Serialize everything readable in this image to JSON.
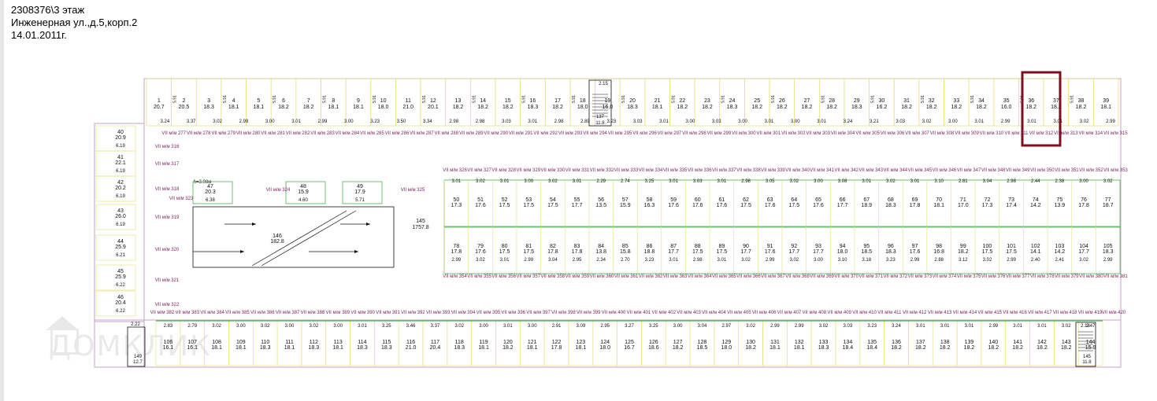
{
  "header": {
    "line1": "2308376\\3 этаж",
    "line2": "Инженерная ул.,д.5,корп.2",
    "line3": "14.01.2011г."
  },
  "watermark": "ДОМКЛИК",
  "colors": {
    "wall": "#c9a0c9",
    "grid": "#e3e07a",
    "green": "#4caf50",
    "label": "#7a1f5c",
    "highlight": "#7a1020",
    "black": "#111111"
  },
  "plan": {
    "height_note": "h=3.08м",
    "ramp": {
      "number": "146",
      "area": "182.8"
    },
    "room145": {
      "number": "145",
      "area": "1757.8"
    },
    "small_rooms": [
      {
        "number": "47",
        "area": "20.3",
        "w": "6.38"
      },
      {
        "number": "48",
        "area": "15.9",
        "w": "4.60"
      },
      {
        "number": "49",
        "area": "17.9",
        "w": "5.71"
      }
    ],
    "left_rooms": [
      {
        "number": "40",
        "area": "20.9",
        "w": "6.19"
      },
      {
        "number": "41",
        "area": "22.1",
        "w": "6.19"
      },
      {
        "number": "42",
        "area": "20.2",
        "w": "6.19"
      },
      {
        "number": "43",
        "area": "26.0",
        "w": "6.19"
      },
      {
        "number": "44",
        "area": "25.9",
        "w": "6.21"
      },
      {
        "number": "45",
        "area": "25.9",
        "w": "6.22"
      },
      {
        "number": "46",
        "area": "20.4",
        "w": "6.22"
      }
    ],
    "stair_top": {
      "number": "137",
      "area": "11.8",
      "w": "2.15"
    },
    "stair_bottom_right": {
      "number": "145",
      "area": "11.8",
      "w": "2.18"
    },
    "stair_bottom_left": {
      "number": "149",
      "area": "12.7",
      "w": "2.22"
    },
    "top_rooms": [
      {
        "number": "1",
        "area": "20.7"
      },
      {
        "number": "2",
        "area": "20.5"
      },
      {
        "number": "3",
        "area": "18.3"
      },
      {
        "number": "4",
        "area": "18.1"
      },
      {
        "number": "5",
        "area": "18.1"
      },
      {
        "number": "6",
        "area": "18.2"
      },
      {
        "number": "7",
        "area": "18.2"
      },
      {
        "number": "8",
        "area": "18.1"
      },
      {
        "number": "9",
        "area": "18.1"
      },
      {
        "number": "10",
        "area": "18.0"
      },
      {
        "number": "11",
        "area": "21.0"
      },
      {
        "number": "12",
        "area": "20.1"
      },
      {
        "number": "13",
        "area": "18.2"
      },
      {
        "number": "14",
        "area": "18.2"
      },
      {
        "number": "15",
        "area": "18.2"
      },
      {
        "number": "16",
        "area": "18.3"
      },
      {
        "number": "17",
        "area": "18.2"
      },
      {
        "number": "18",
        "area": "18.0"
      },
      {
        "number": "19",
        "area": "16.0"
      },
      {
        "number": "20",
        "area": "18.3"
      },
      {
        "number": "21",
        "area": "18.1"
      },
      {
        "number": "22",
        "area": "18.2"
      },
      {
        "number": "23",
        "area": "18.2"
      },
      {
        "number": "24",
        "area": "18.3"
      },
      {
        "number": "25",
        "area": "18.2"
      },
      {
        "number": "26",
        "area": "18.2"
      },
      {
        "number": "27",
        "area": "18.2"
      },
      {
        "number": "28",
        "area": "18.2"
      },
      {
        "number": "29",
        "area": "18.3"
      },
      {
        "number": "30",
        "area": "16.2"
      },
      {
        "number": "31",
        "area": "18.2"
      },
      {
        "number": "32",
        "area": "18.2"
      },
      {
        "number": "33",
        "area": "18.2"
      },
      {
        "number": "34",
        "area": "18.2"
      },
      {
        "number": "35",
        "area": "16.0"
      },
      {
        "number": "36",
        "area": "18.2"
      },
      {
        "number": "37",
        "area": "18.2"
      },
      {
        "number": "38",
        "area": "18.2"
      },
      {
        "number": "39",
        "area": "18.1"
      }
    ],
    "top_widths": [
      "3.24",
      "3.37",
      "3.02",
      "2.99",
      "3.00",
      "3.01",
      "2.99",
      "3.00",
      "3.23",
      "3.50",
      "3.34",
      "2.98",
      "2.98",
      "3.03",
      "3.01",
      "2.98",
      "2.89",
      "3.23",
      "3.03",
      "3.01",
      "3.00",
      "3.03",
      "3.00",
      "3.01",
      "3.00",
      "3.01",
      "3.24",
      "3.21",
      "3.03",
      "3.02",
      "3.00",
      "3.01",
      "2.99",
      "3.01",
      "3.01",
      "3.02",
      "2.99"
    ],
    "mid_top_rooms": [
      {
        "number": "50",
        "area": "17.3"
      },
      {
        "number": "51",
        "area": "17.6"
      },
      {
        "number": "52",
        "area": "17.5"
      },
      {
        "number": "53",
        "area": "17.5"
      },
      {
        "number": "54",
        "area": "17.5"
      },
      {
        "number": "55",
        "area": "17.7"
      },
      {
        "number": "56",
        "area": "13.5"
      },
      {
        "number": "57",
        "area": "15.9"
      },
      {
        "number": "58",
        "area": "16.3"
      },
      {
        "number": "59",
        "area": "17.6"
      },
      {
        "number": "60",
        "area": "17.6"
      },
      {
        "number": "61",
        "area": "17.6"
      },
      {
        "number": "62",
        "area": "17.5"
      },
      {
        "number": "63",
        "area": "17.6"
      },
      {
        "number": "64",
        "area": "17.5"
      },
      {
        "number": "65",
        "area": "17.6"
      },
      {
        "number": "66",
        "area": "17.7"
      },
      {
        "number": "67",
        "area": "18.9"
      },
      {
        "number": "68",
        "area": "18.3"
      },
      {
        "number": "69",
        "area": "17.8"
      },
      {
        "number": "70",
        "area": "18.1"
      },
      {
        "number": "71",
        "area": "17.0"
      },
      {
        "number": "72",
        "area": "17.3"
      },
      {
        "number": "73",
        "area": "17.4"
      },
      {
        "number": "74",
        "area": "14.2"
      },
      {
        "number": "75",
        "area": "13.9"
      },
      {
        "number": "76",
        "area": "17.8"
      },
      {
        "number": "77",
        "area": "18.7"
      }
    ],
    "mid_top_widths": [
      "3.01",
      "3.02",
      "3.01",
      "3.00",
      "3.02",
      "3.01",
      "2.29",
      "2.74",
      "3.25",
      "3.01",
      "3.03",
      "3.01",
      "2.98",
      "3.05",
      "3.02",
      "3.00",
      "3.08",
      "3.01",
      "3.02",
      "3.01",
      "3.10",
      "2.81",
      "3.04",
      "2.98",
      "2.44",
      "2.38",
      "3.00",
      "3.02"
    ],
    "mid_bottom_rooms": [
      {
        "number": "78",
        "area": "17.8"
      },
      {
        "number": "79",
        "area": "17.6"
      },
      {
        "number": "80",
        "area": "17.5"
      },
      {
        "number": "81",
        "area": "17.5"
      },
      {
        "number": "82",
        "area": "17.8"
      },
      {
        "number": "83",
        "area": "17.8"
      },
      {
        "number": "84",
        "area": "13.8"
      },
      {
        "number": "85",
        "area": "15.8"
      },
      {
        "number": "86",
        "area": "18.8"
      },
      {
        "number": "87",
        "area": "17.7"
      },
      {
        "number": "88",
        "area": "17.5"
      },
      {
        "number": "89",
        "area": "17.5"
      },
      {
        "number": "90",
        "area": "17.7"
      },
      {
        "number": "91",
        "area": "17.6"
      },
      {
        "number": "92",
        "area": "17.7"
      },
      {
        "number": "93",
        "area": "17.7"
      },
      {
        "number": "94",
        "area": "18.0"
      },
      {
        "number": "95",
        "area": "18.5"
      },
      {
        "number": "96",
        "area": "18.3"
      },
      {
        "number": "97",
        "area": "17.6"
      },
      {
        "number": "98",
        "area": "16.8"
      },
      {
        "number": "99",
        "area": "18.2"
      },
      {
        "number": "100",
        "area": "17.5"
      },
      {
        "number": "101",
        "area": "17.5"
      },
      {
        "number": "102",
        "area": "14.1"
      },
      {
        "number": "103",
        "area": "14.2"
      },
      {
        "number": "104",
        "area": "17.7"
      },
      {
        "number": "105",
        "area": "18.3"
      }
    ],
    "mid_bottom_widths": [
      "2.99",
      "3.02",
      "3.01",
      "2.99",
      "3.04",
      "2.95",
      "2.34",
      "2.70",
      "3.23",
      "3.01",
      "2.98",
      "3.01",
      "3.02",
      "2.99",
      "3.02",
      "3.00",
      "3.10",
      "3.18",
      "3.23",
      "2.99",
      "2.88",
      "3.12",
      "3.02",
      "2.99",
      "2.40",
      "2.41",
      "3.02",
      "2.99"
    ],
    "bottom_rooms": [
      {
        "number": "106",
        "area": "16.1"
      },
      {
        "number": "107",
        "area": "16.1"
      },
      {
        "number": "108",
        "area": "18.1"
      },
      {
        "number": "109",
        "area": "18.1"
      },
      {
        "number": "110",
        "area": "18.3"
      },
      {
        "number": "111",
        "area": "18.1"
      },
      {
        "number": "112",
        "area": "18.3"
      },
      {
        "number": "113",
        "area": "18.1"
      },
      {
        "number": "114",
        "area": "18.3"
      },
      {
        "number": "115",
        "area": "18.3"
      },
      {
        "number": "116",
        "area": "21.0"
      },
      {
        "number": "117",
        "area": "20.4"
      },
      {
        "number": "118",
        "area": "18.3"
      },
      {
        "number": "119",
        "area": "18.1"
      },
      {
        "number": "120",
        "area": "18.2"
      },
      {
        "number": "121",
        "area": "18.1"
      },
      {
        "number": "122",
        "area": "17.8"
      },
      {
        "number": "123",
        "area": "18.1"
      },
      {
        "number": "124",
        "area": "18.0"
      },
      {
        "number": "125",
        "area": "16.7"
      },
      {
        "number": "126",
        "area": "18.6"
      },
      {
        "number": "127",
        "area": "18.2"
      },
      {
        "number": "128",
        "area": "18.5"
      },
      {
        "number": "129",
        "area": "18.0"
      },
      {
        "number": "130",
        "area": "18.2"
      },
      {
        "number": "131",
        "area": "18.1"
      },
      {
        "number": "132",
        "area": "18.1"
      },
      {
        "number": "133",
        "area": "18.3"
      },
      {
        "number": "134",
        "area": "18.4"
      },
      {
        "number": "135",
        "area": "18.4"
      },
      {
        "number": "136",
        "area": "18.2"
      },
      {
        "number": "137",
        "area": "18.2"
      },
      {
        "number": "138",
        "area": "18.2"
      },
      {
        "number": "139",
        "area": "18.2"
      },
      {
        "number": "140",
        "area": "18.2"
      },
      {
        "number": "141",
        "area": "18.2"
      },
      {
        "number": "142",
        "area": "18.2"
      },
      {
        "number": "143",
        "area": "18.2"
      },
      {
        "number": "144",
        "area": "15.9"
      }
    ],
    "bottom_widths": [
      "2.83",
      "2.79",
      "3.02",
      "3.00",
      "3.02",
      "3.00",
      "3.02",
      "3.00",
      "3.01",
      "3.25",
      "3.46",
      "3.37",
      "3.02",
      "3.00",
      "3.01",
      "3.00",
      "2.91",
      "3.09",
      "2.95",
      "3.27",
      "3.25",
      "3.00",
      "3.04",
      "2.97",
      "3.02",
      "2.99",
      "2.99",
      "3.02",
      "3.03",
      "3.23",
      "3.24",
      "3.01",
      "3.01",
      "3.01",
      "2.99",
      "3.01",
      "3.01",
      "3.02",
      "2.47"
    ],
    "row_top": [
      "VII м/м 277",
      "VII м/м 278",
      "VII м/м 279",
      "VII м/м 280",
      "VII м/м 281",
      "VII м/м 282",
      "VII м/м 283",
      "VII м/м 284",
      "VII м/м 285",
      "VII м/м 286",
      "VII м/м 287",
      "VII м/м 288",
      "VII м/м 289",
      "VII м/м 290",
      "VII м/м 291",
      "VII м/м 292",
      "VII м/м 293",
      "VII м/м 294",
      "VII м/м 295",
      "VII м/м 296",
      "VII м/м 297",
      "VII м/м 298",
      "VII м/м 299",
      "VII м/м 300",
      "VII м/м 301",
      "VII м/м 302",
      "VII м/м 303",
      "VII м/м 304",
      "VII м/м 305",
      "VII м/м 306",
      "VII м/м 307",
      "VII м/м 308",
      "VII м/м 309",
      "VII м/м 310",
      "VII м/м 311",
      "VII м/м 312",
      "VII м/м 313",
      "VII м/м 314",
      "VII м/м 315"
    ],
    "row_mid_top": [
      "VII м/м 326",
      "VII м/м 327",
      "VII м/м 328",
      "VII м/м 329",
      "VII м/м 330",
      "VII м/м 331",
      "VII м/м 332",
      "VII м/м 333",
      "VII м/м 334",
      "VII м/м 335",
      "VII м/м 336",
      "VII м/м 337",
      "VII м/м 338",
      "VII м/м 339",
      "VII м/м 340",
      "VII м/м 341",
      "VII м/м 342",
      "VII м/м 343",
      "VII м/м 344",
      "VII м/м 345",
      "VII м/м 346",
      "VII м/м 347",
      "VII м/м 348",
      "VII м/м 349",
      "VII м/м 350",
      "VII м/м 351",
      "VII м/м 352",
      "VII м/м 353"
    ],
    "row_mid_bottom": [
      "VII м/м 354",
      "VII м/м 355",
      "VII м/м 356",
      "VII м/м 357",
      "VII м/м 358",
      "VII м/м 359",
      "VII м/м 360",
      "VII м/м 361",
      "VII м/м 362",
      "VII м/м 363",
      "VII м/м 364",
      "VII м/м 365",
      "VII м/м 366",
      "VII м/м 367",
      "VII м/м 368",
      "VII м/м 369",
      "VII м/м 370",
      "VII м/м 371",
      "VII м/м 372",
      "VII м/м 373",
      "VII м/м 374",
      "VII м/м 375",
      "VII м/м 376",
      "VII м/м 377",
      "VII м/м 378",
      "VII м/м 379",
      "VII м/м 380",
      "VII м/м 381"
    ],
    "row_bottom": [
      "VII м/м 382",
      "VII м/м 383",
      "VII м/м 384",
      "VII м/м 385",
      "VII м/м 386",
      "VII м/м 387",
      "VII м/м 388",
      "VII м/м 389",
      "VII м/м 390",
      "VII м/м 391",
      "VII м/м 392",
      "VII м/м 393",
      "VII м/м 394",
      "VII м/м 395",
      "VII м/м 396",
      "VII м/м 397",
      "VII м/м 398",
      "VII м/м 399",
      "VII м/м 400",
      "VII м/м 401",
      "VII м/м 402",
      "VII м/м 403",
      "VII м/м 404",
      "VII м/м 405",
      "VII м/м 406",
      "VII м/м 407",
      "VII м/м 408",
      "VII м/м 409",
      "VII м/м 410",
      "VII м/м 411",
      "VII м/м 412",
      "VII м/м 413",
      "VII м/м 414",
      "VII м/м 415",
      "VII м/м 416",
      "VII м/м 417",
      "VII м/м 418",
      "VII м/м 419"
    ],
    "row_last": "VII м/м 420",
    "left_spaces": [
      "VII м/м 316",
      "VII м/м 317",
      "VII м/м 318",
      "VII м/м 319",
      "VII м/м 320",
      "VII м/м 321",
      "VII м/м 322"
    ],
    "mid_spaces": [
      "VII м/м 323",
      "VII м/м 324",
      "VII м/м 325"
    ],
    "highlighted_room": "36"
  }
}
